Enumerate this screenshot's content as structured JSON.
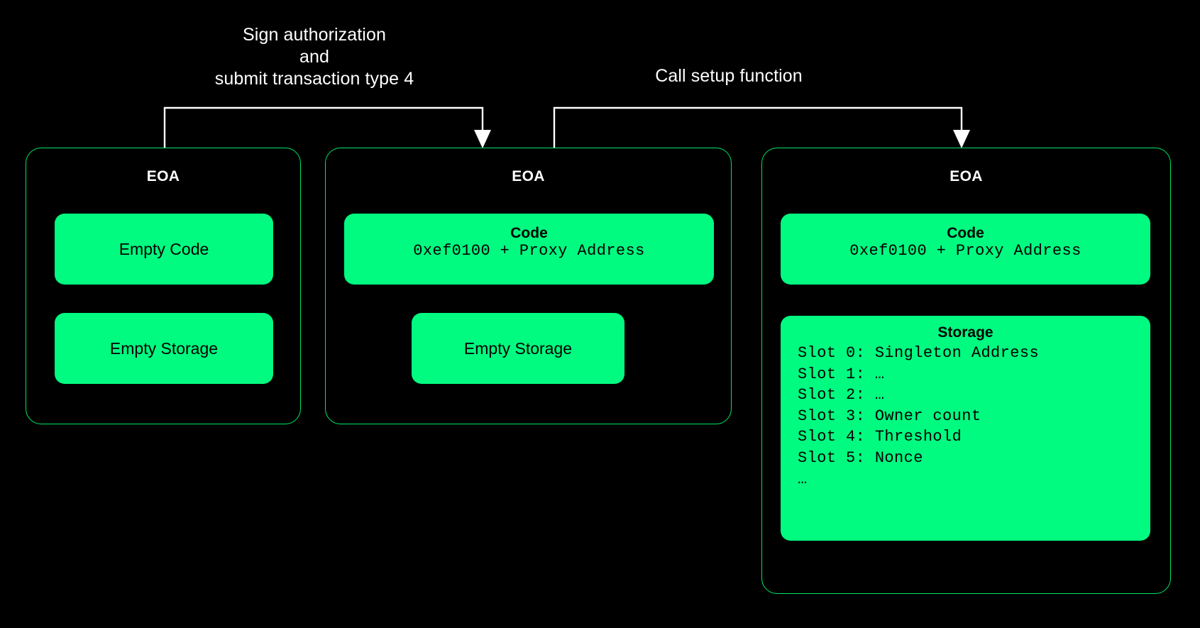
{
  "diagram": {
    "title_hidden": "EIP-7702 EOA delegation lifecycle",
    "background_color": "#000000",
    "accent_green": "#00fb80",
    "border_green": "#00e464",
    "connector_color": "#ffffff"
  },
  "flows": [
    {
      "id": "flow-sign-authorization",
      "label": "Sign authorization\nand\nsubmit transaction type 4",
      "from": "eoa-card-0",
      "to": "eoa-card-1"
    },
    {
      "id": "flow-call-setup",
      "label": "Call setup function",
      "from": "eoa-card-1",
      "to": "eoa-card-2"
    }
  ],
  "cards": [
    {
      "id": "eoa-card-0",
      "title": "EOA",
      "boxes": [
        {
          "id": "box-empty-code-0",
          "label": "Empty Code"
        },
        {
          "id": "box-empty-storage-0",
          "label": "Empty Storage"
        }
      ]
    },
    {
      "id": "eoa-card-1",
      "title": "EOA",
      "boxes": [
        {
          "id": "box-code-1",
          "heading": "Code",
          "value": "0xef0100 + Proxy Address"
        },
        {
          "id": "box-empty-storage-1",
          "label": "Empty Storage"
        }
      ]
    },
    {
      "id": "eoa-card-2",
      "title": "EOA",
      "boxes": [
        {
          "id": "box-code-2",
          "heading": "Code",
          "value": "0xef0100 + Proxy Address"
        },
        {
          "id": "box-storage-2",
          "heading": "Storage",
          "lines": [
            "Slot 0: Singleton Address",
            "Slot 1: …",
            "Slot 2: …",
            "Slot 3: Owner count",
            "Slot 4: Threshold",
            "Slot 5: Nonce",
            "…"
          ]
        }
      ]
    }
  ]
}
